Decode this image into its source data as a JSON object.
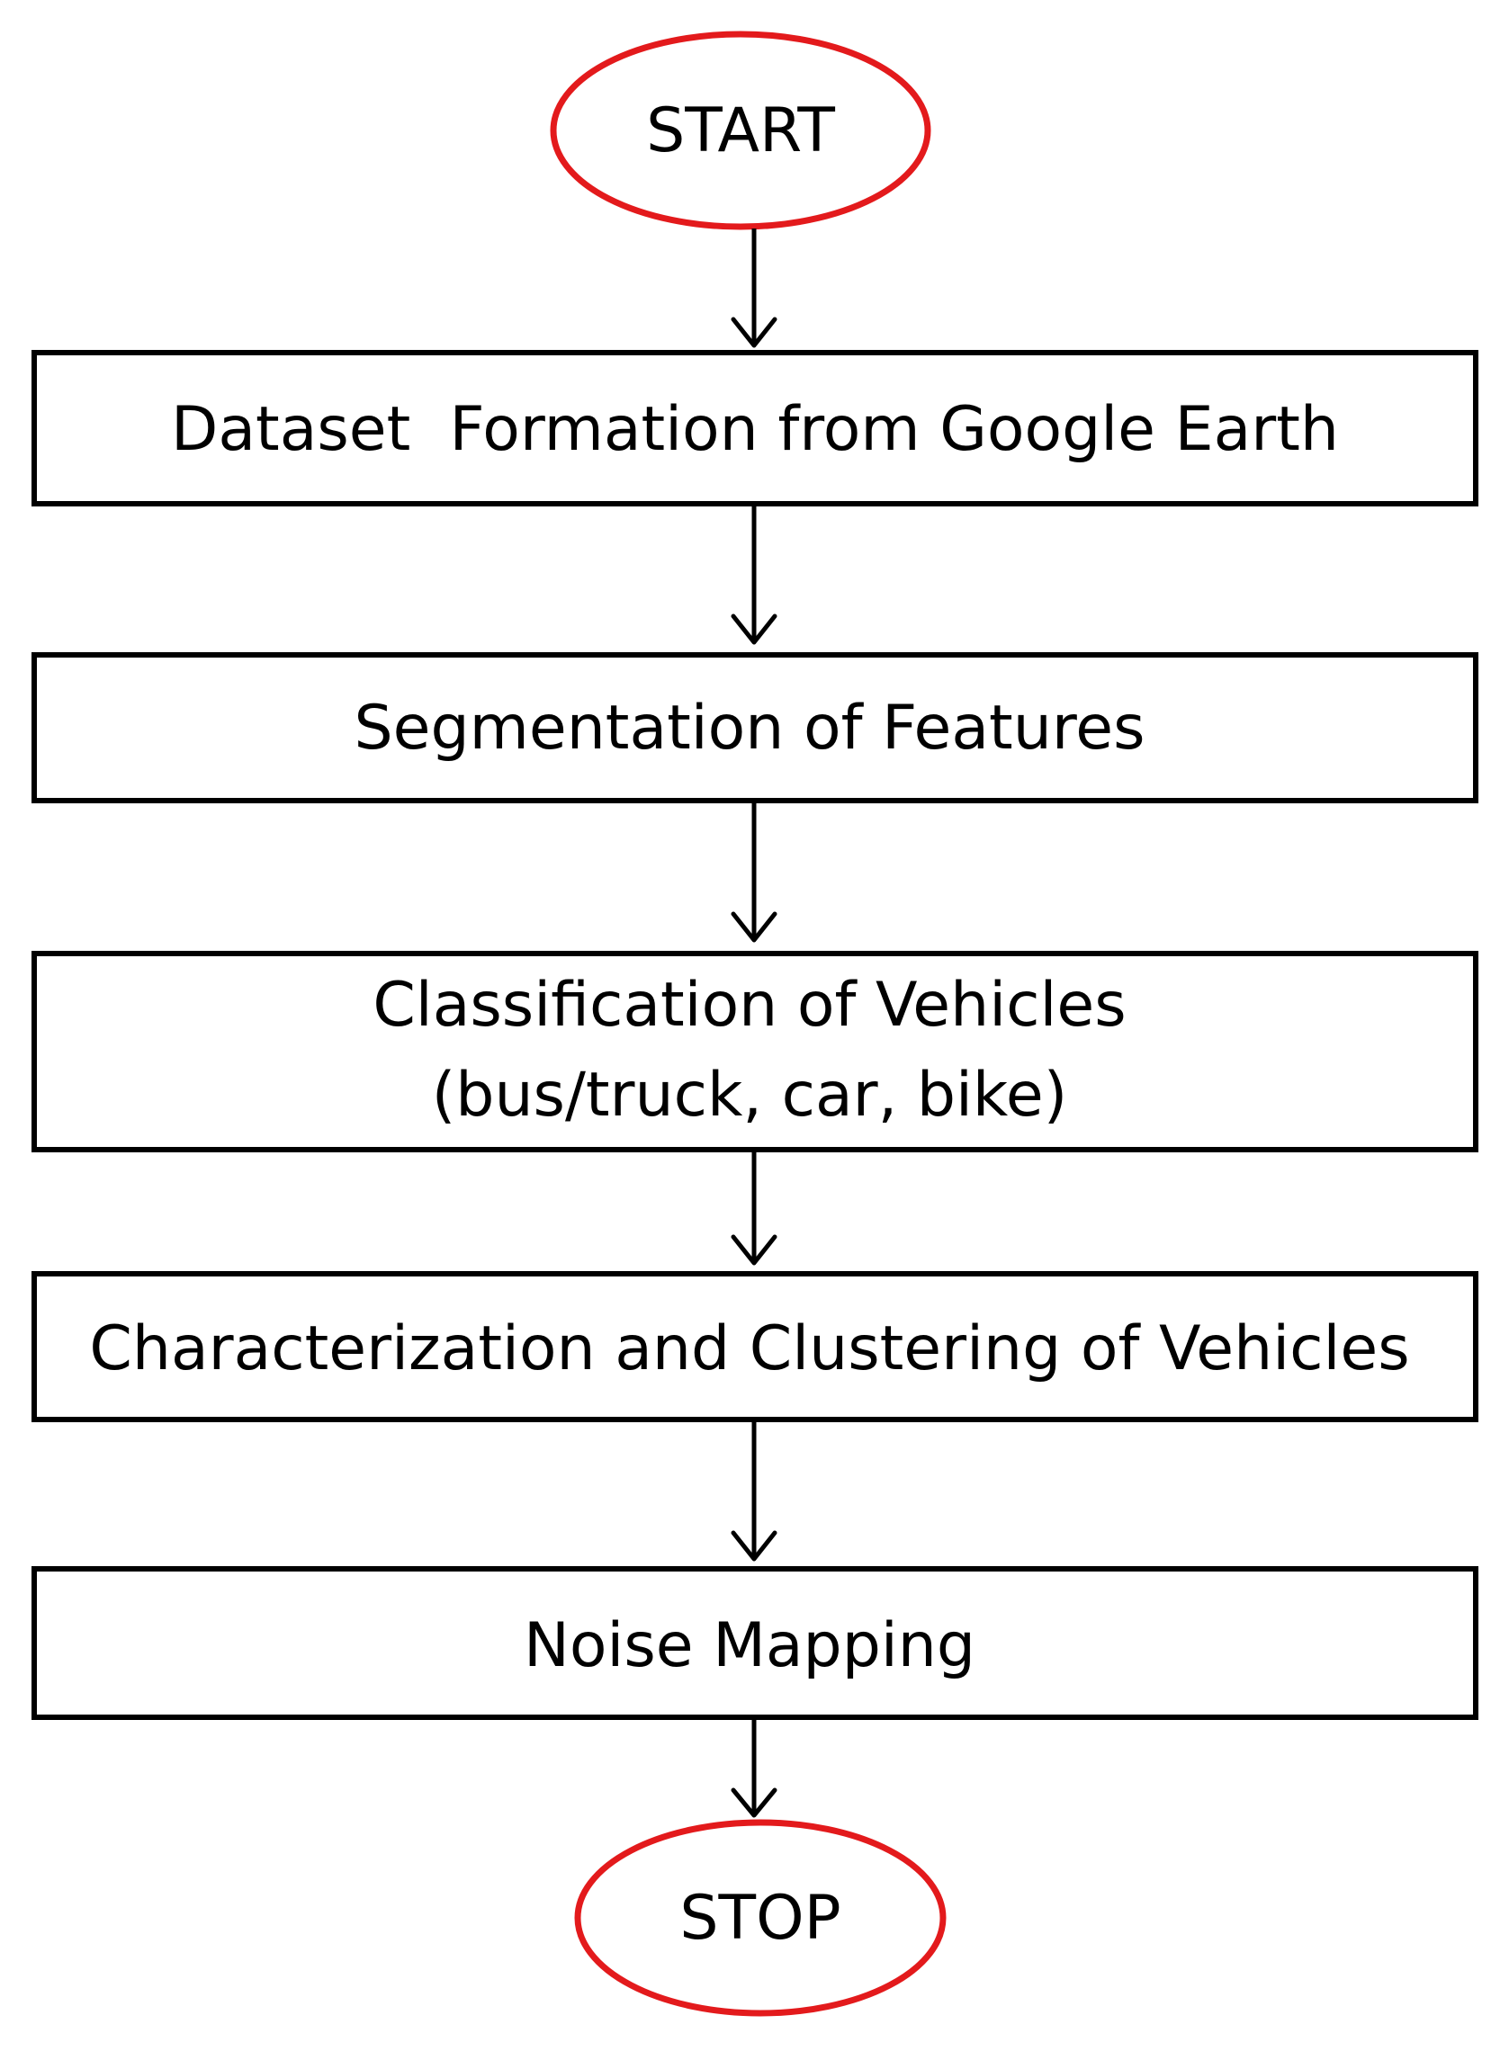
{
  "flowchart": {
    "start_label": "START",
    "steps": [
      {
        "lines": [
          "Dataset  Formation from Google Earth"
        ]
      },
      {
        "lines": [
          "Segmentation of Features"
        ]
      },
      {
        "lines": [
          "Classification of Vehicles",
          "(bus/truck, car, bike)"
        ]
      },
      {
        "lines": [
          "Characterization and Clustering of Vehicles"
        ]
      },
      {
        "lines": [
          "Noise Mapping"
        ]
      }
    ],
    "stop_label": "STOP"
  },
  "colors": {
    "terminal_outline": "#e31a1c",
    "box_outline": "#000000",
    "text": "#000000",
    "background": "#ffffff"
  }
}
